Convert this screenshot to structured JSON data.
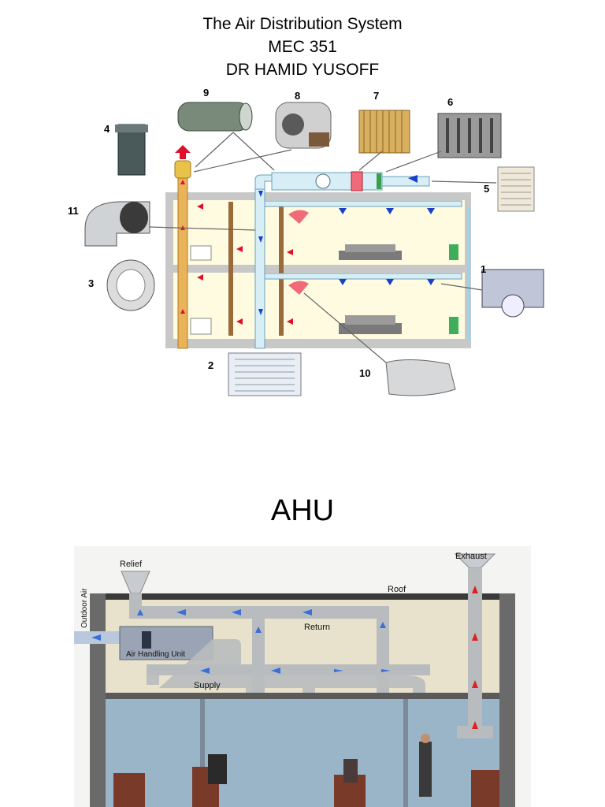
{
  "header": {
    "title": "The Air Distribution System",
    "course": "MEC 351",
    "author": "DR HAMID YUSOFF"
  },
  "diagram": {
    "component_numbers": [
      "1",
      "2",
      "3",
      "4",
      "5",
      "6",
      "7",
      "8",
      "9",
      "10",
      "11"
    ],
    "colors": {
      "wall": "#c8c8c8",
      "room": "#fffbe0",
      "exhaust_duct": "#e9b35a",
      "supply_duct": "#d8eef6",
      "return_arrow": "#e0102a",
      "supply_arrow": "#1a3fc8"
    }
  },
  "section": {
    "title": "AHU"
  },
  "ahu": {
    "labels": {
      "relief": "Relief",
      "outdoor_air": "Outdoor Air",
      "roof": "Roof",
      "exhaust": "Exhaust",
      "return": "Return",
      "ahu_unit": "Air Handling Unit",
      "supply": "Supply"
    },
    "colors": {
      "duct": "#b9bcbe",
      "ceiling_space": "#e8e2cc",
      "room": "#9ab4c8",
      "flow": "#3a6fd8",
      "exhaust_flow": "#e02020"
    }
  }
}
